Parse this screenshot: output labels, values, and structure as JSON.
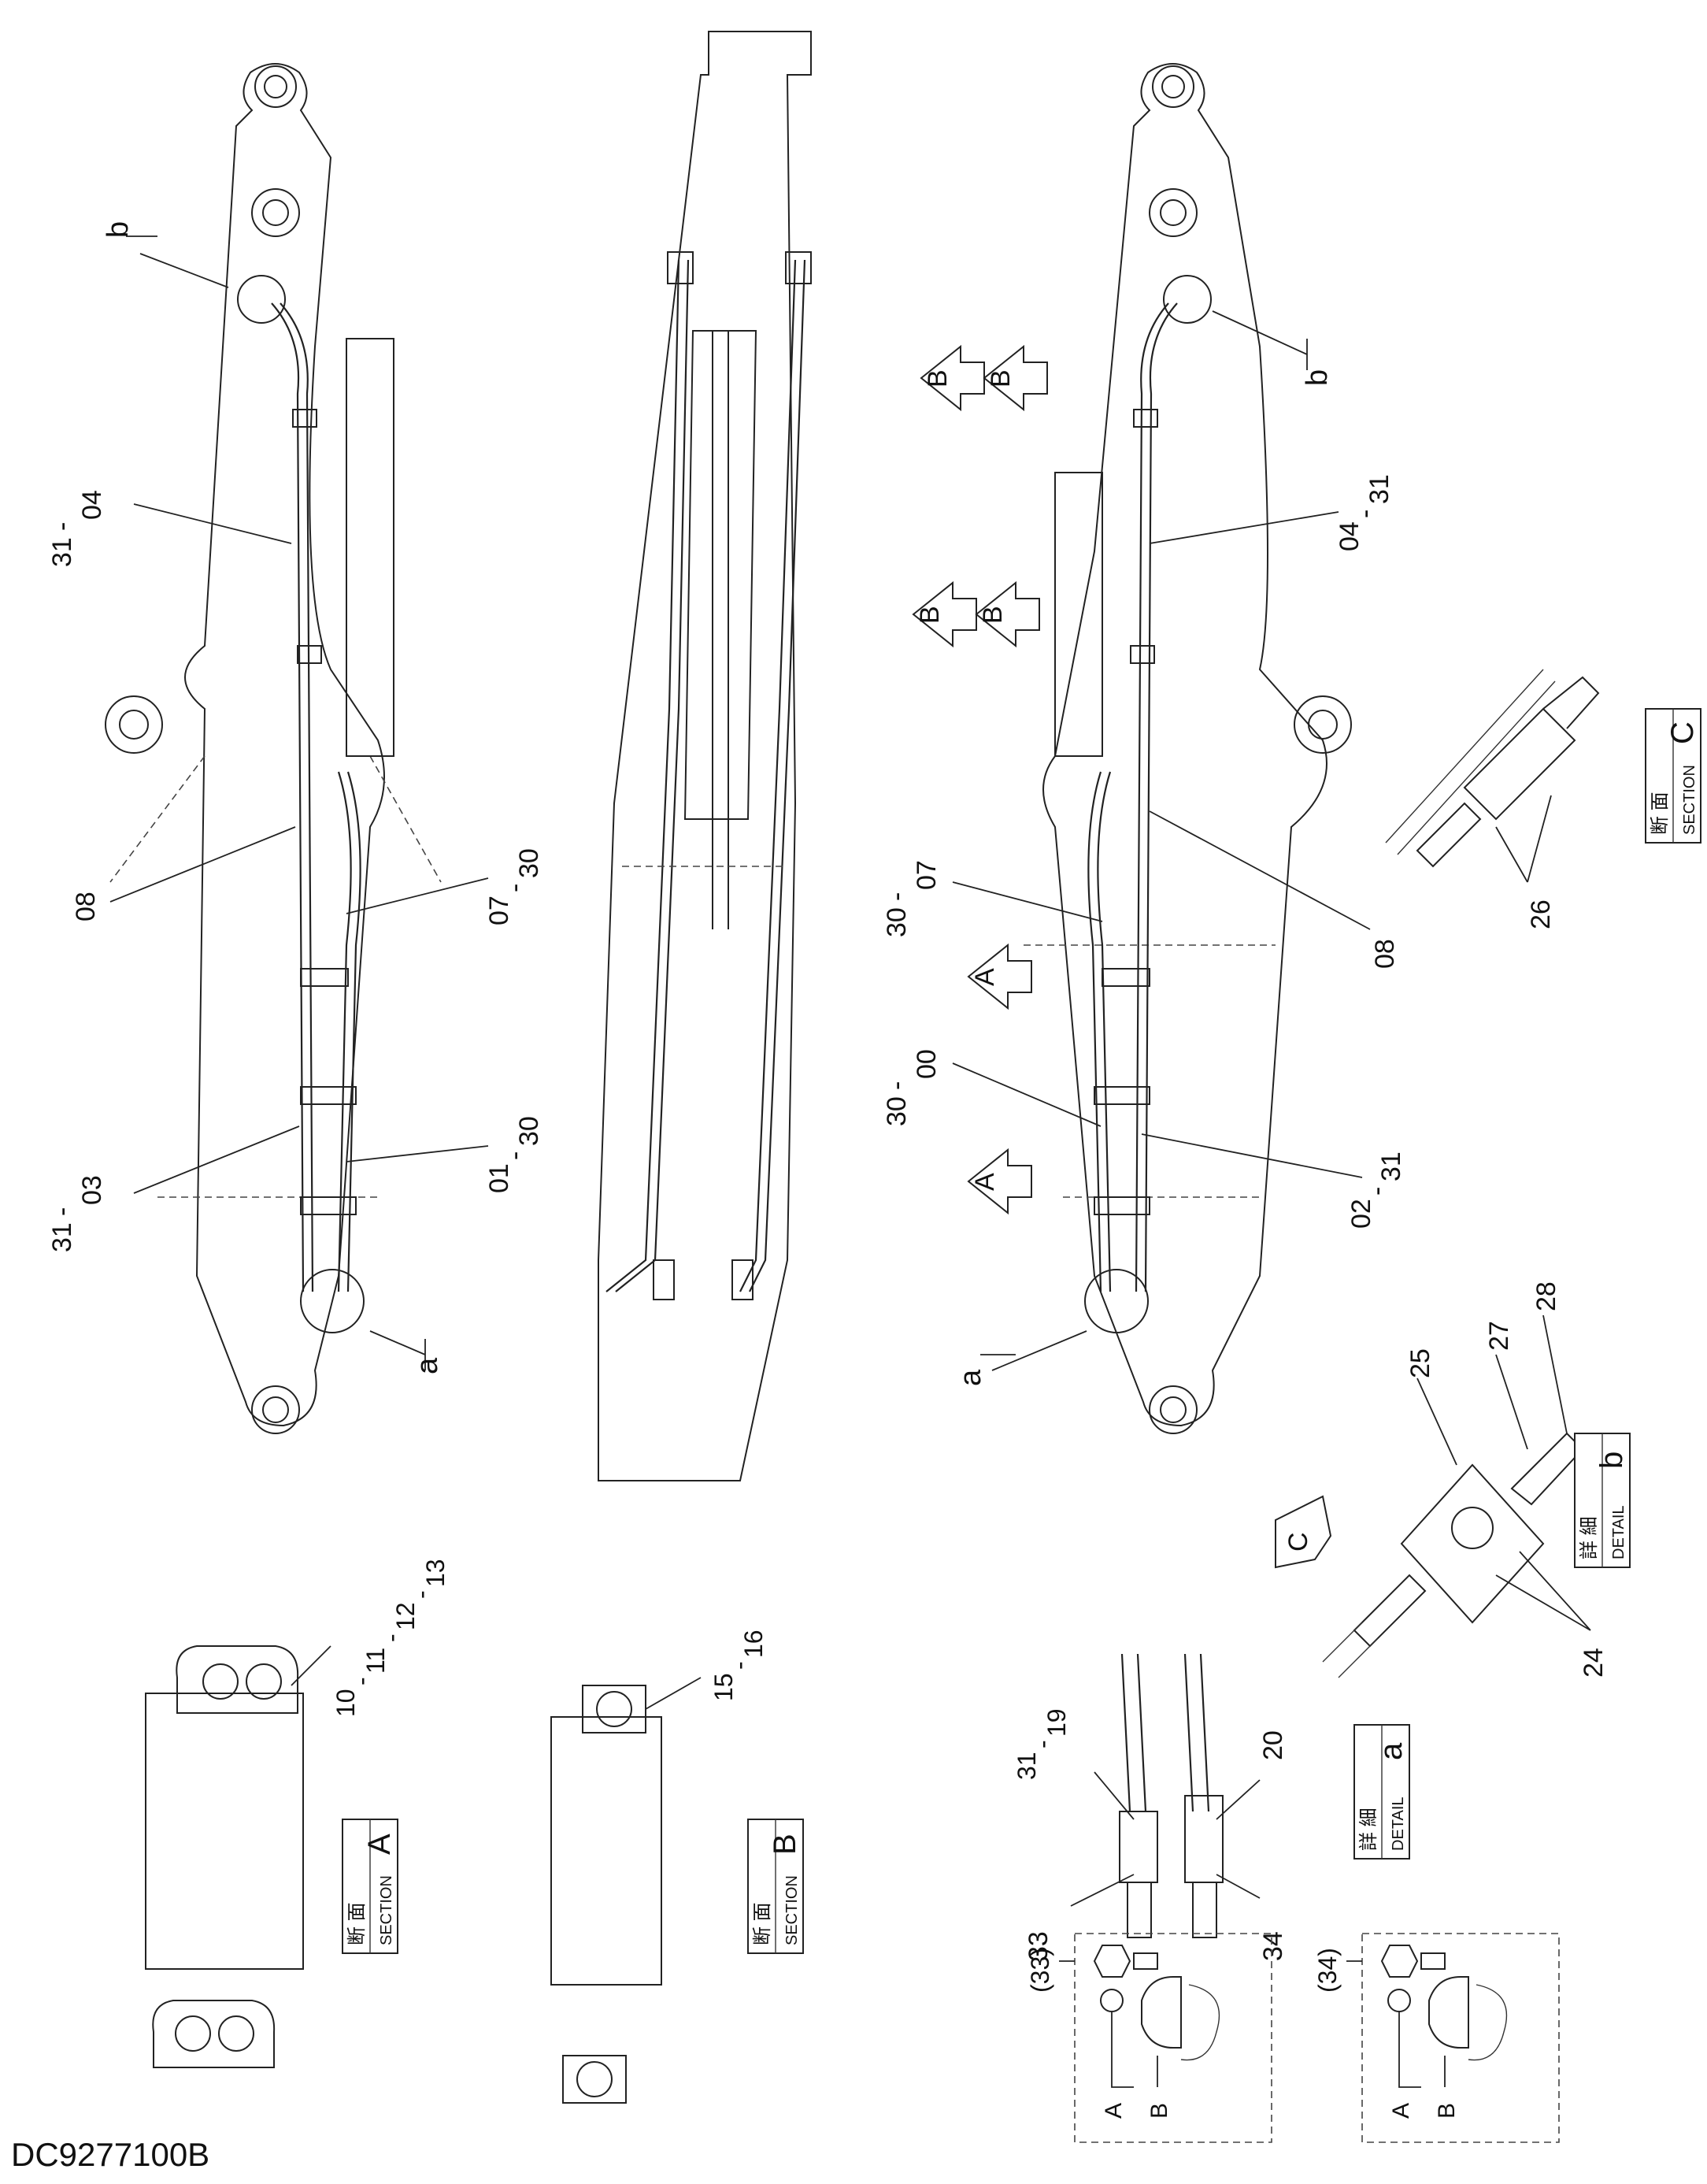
{
  "document_code": "DC9277100B",
  "left_view": {
    "callouts": {
      "b": "b",
      "a": "a",
      "top": [
        "31",
        "-",
        "04"
      ],
      "mid": "08",
      "hose_right": [
        "07",
        "-",
        "30"
      ],
      "bottom_left": [
        "31",
        "-",
        "03"
      ],
      "bottom_right": [
        "01",
        "-",
        "30"
      ]
    }
  },
  "right_view": {
    "callouts": {
      "b": "b",
      "a": "a",
      "top": [
        "04",
        "-",
        "31"
      ],
      "mid": "08",
      "hose_left": [
        "30",
        "-",
        "07"
      ],
      "bottom_left": [
        "30",
        "-",
        "00"
      ],
      "bottom_right": [
        "02",
        "-",
        "31"
      ]
    },
    "section_markers": [
      "A",
      "A",
      "B",
      "B",
      "B",
      "B"
    ]
  },
  "section_a": {
    "parts": [
      "10",
      "-",
      "11",
      "-",
      "12",
      "-",
      "13"
    ],
    "label": {
      "jp": "断 面",
      "en": "SECTION",
      "letter": "A"
    }
  },
  "section_b": {
    "parts": [
      "15",
      "-",
      "16"
    ],
    "label": {
      "jp": "断 面",
      "en": "SECTION",
      "letter": "B"
    }
  },
  "section_c": {
    "part": "26",
    "label": {
      "jp": "断 面",
      "en": "SECTION",
      "letter": "C"
    }
  },
  "detail_b": {
    "parts": [
      "25",
      "27",
      "28",
      "24"
    ],
    "marker": "C",
    "label": {
      "jp": "詳 細",
      "en": "DETAIL",
      "letter": "b"
    }
  },
  "detail_a": {
    "parts": {
      "p31": [
        "31",
        "-",
        "19"
      ],
      "p20": "20",
      "p33": "33",
      "p34": "34"
    },
    "label": {
      "jp": "詳 細",
      "en": "DETAIL",
      "letter": "a"
    }
  },
  "kits": [
    {
      "code": "(33)",
      "a": "A",
      "b": "B"
    },
    {
      "code": "(34)",
      "a": "A",
      "b": "B"
    }
  ]
}
